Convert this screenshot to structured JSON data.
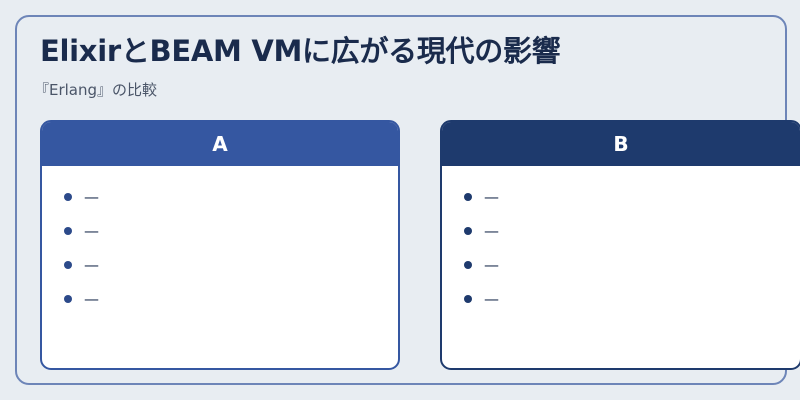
{
  "title": "ElixirとBEAM VMに広がる現代の影響",
  "subtitle": "『Erlang』の比較",
  "colors": {
    "background": "#e8edf2",
    "frame_border": "#6d85b8",
    "card_a_header": "#3557a1",
    "card_b_header": "#1e3a6d"
  },
  "cards": [
    {
      "header": "A",
      "items": [
        "—",
        "—",
        "—",
        "—"
      ]
    },
    {
      "header": "B",
      "items": [
        "—",
        "—",
        "—",
        "—"
      ]
    }
  ]
}
